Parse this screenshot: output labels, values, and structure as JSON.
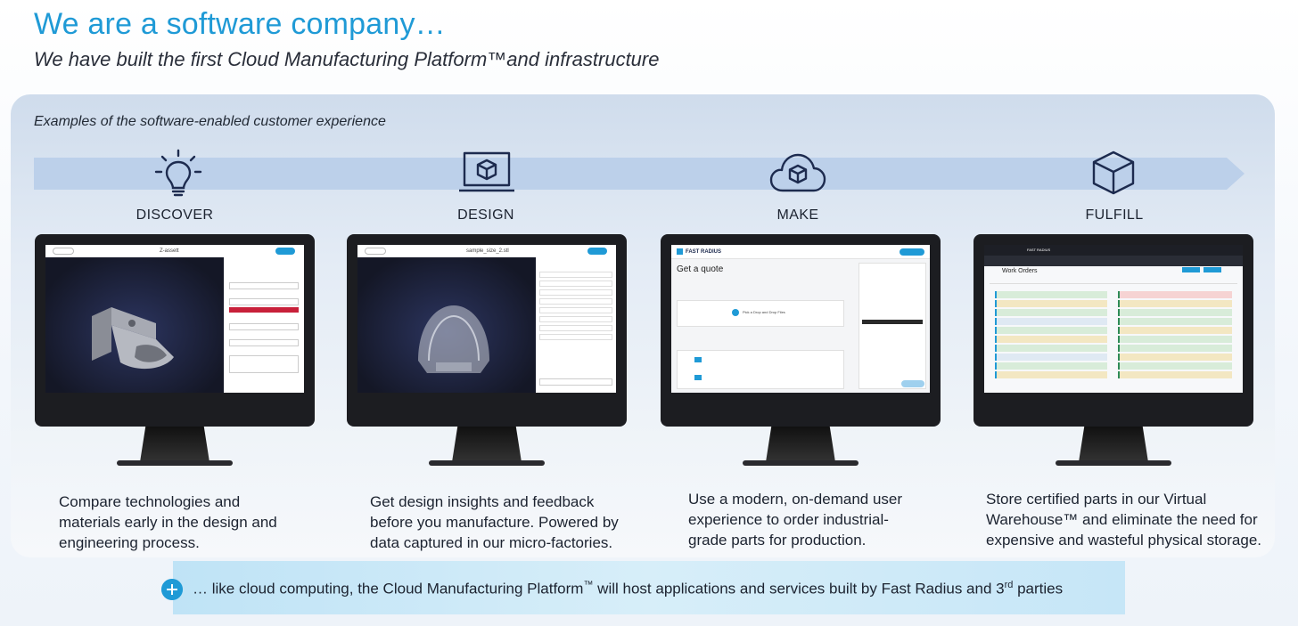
{
  "header": {
    "title": "We are a software company…",
    "subtitle": "We have built the first Cloud Manufacturing Platform™and infrastructure"
  },
  "panel": {
    "examples_label": "Examples of the software-enabled customer experience"
  },
  "stages": [
    {
      "label": "DISCOVER",
      "icon": "lightbulb-icon",
      "description": [
        "Compare technologies and",
        "materials early in the design and",
        "engineering process."
      ],
      "screen": {
        "title": "Z-assett"
      }
    },
    {
      "label": "DESIGN",
      "icon": "laptop-cube-icon",
      "description": [
        "Get design insights and feedback",
        "before you manufacture. Powered by",
        "data captured in our micro-factories."
      ],
      "screen": {
        "title": "sample_size_2.stl"
      }
    },
    {
      "label": "MAKE",
      "icon": "cloud-cube-icon",
      "description": [
        "Use a modern, on-demand user",
        "experience to order industrial-",
        "grade parts for production."
      ],
      "screen": {
        "brand": "FAST RADIUS",
        "heading": "Get a quote",
        "drop_text": "Pick a Drop and Drop Files"
      }
    },
    {
      "label": "FULFILL",
      "icon": "cube-icon",
      "description": [
        "Store certified parts in our Virtual",
        "Warehouse™ and eliminate the need for",
        "expensive and wasteful physical storage."
      ],
      "screen": {
        "brand": "FAST RADIUS",
        "heading": "Work Orders"
      }
    }
  ],
  "footer": {
    "text_before": "… like cloud computing, the Cloud Manufacturing Platform",
    "tm": "™",
    "text_mid": " will host applications and services built by Fast Radius and 3",
    "sup": "rd",
    "text_after": " parties"
  },
  "colors": {
    "accent": "#1f9ad6",
    "icon_navy": "#1d2b4f",
    "arrow_band": "#bcd0ea"
  }
}
